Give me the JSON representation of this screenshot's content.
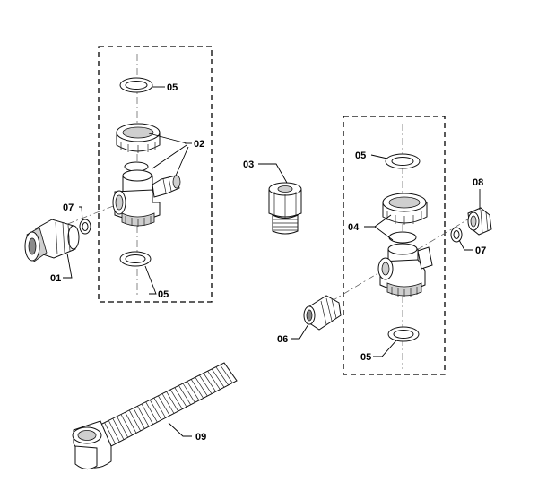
{
  "callouts": {
    "c01": "01",
    "c02": "02",
    "c03": "03",
    "c04": "04",
    "c05a": "05",
    "c05b": "05",
    "c05c": "05",
    "c05d": "05",
    "c06": "06",
    "c07a": "07",
    "c07b": "07",
    "c08": "08",
    "c09": "09"
  }
}
